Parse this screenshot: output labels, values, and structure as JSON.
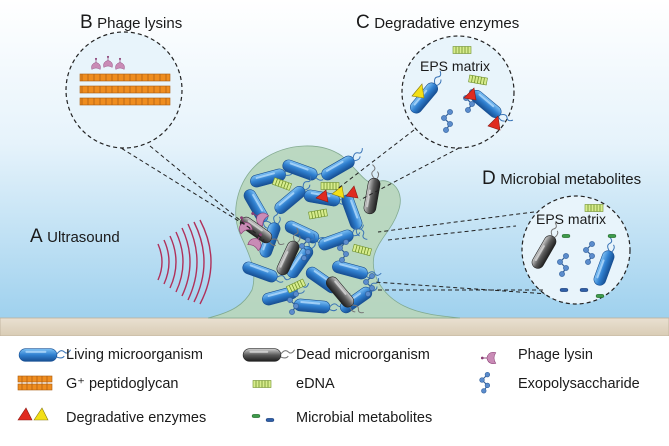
{
  "panels": {
    "a_letter": "A",
    "a_text": "Ultrasound",
    "b_letter": "B",
    "b_text": "Phage lysins",
    "c_letter": "C",
    "c_text": "Degradative enzymes",
    "d_letter": "D",
    "d_text": "Microbial metabolites"
  },
  "insets": {
    "c_matrix": "EPS matrix",
    "d_matrix": "EPS matrix"
  },
  "legend": {
    "living": "Living microorganism",
    "dead": "Dead microorganism",
    "lysin": "Phage lysin",
    "peptidoglycan": "G⁺ peptidoglycan",
    "edna": "eDNA",
    "exopoly": "Exopolysaccharide",
    "enzymes": "Degradative enzymes",
    "metabolites": "Microbial metabolites"
  },
  "colors": {
    "background_top": "#ffffff",
    "background_bottom": "#9fd1ee",
    "biofilm": "#b9d7be",
    "surface": "#e6dccb",
    "cell_blue": "#2f7fcf",
    "dead_cell": "#555555",
    "enzyme_red": "#e02b20",
    "enzyme_yellow": "#f3df16",
    "edna_green": "#b6d36a",
    "peptidoglycan_orange": "#ef8d1f",
    "ultrasound_red": "#b0305a",
    "exopoly_blue": "#4f7fb8"
  },
  "icons": [
    "living-cell-icon",
    "dead-cell-icon",
    "phage-lysin-icon",
    "peptidoglycan-icon",
    "edna-icon",
    "exopolysaccharide-icon",
    "enzyme-triangle-icon",
    "metabolite-icon",
    "ultrasound-wave-icon"
  ]
}
